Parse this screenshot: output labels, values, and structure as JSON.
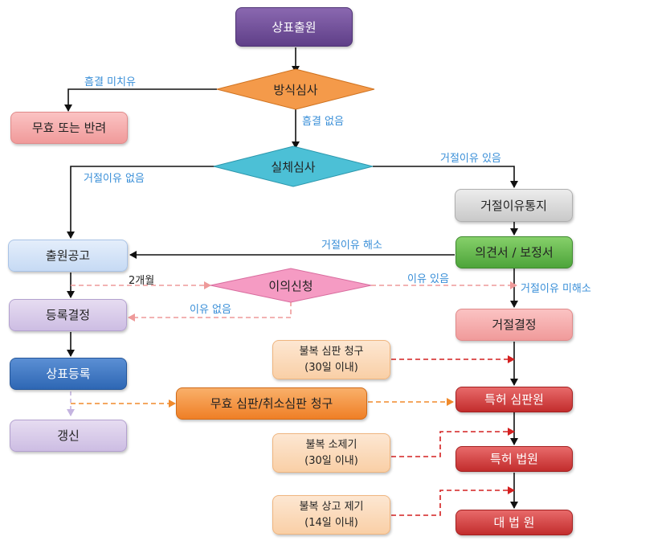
{
  "nodes": {
    "trademark_application": "상표출원",
    "formality_exam": "방식심사",
    "invalid_or_return": "무효 또는 반려",
    "substantive_exam": "실체심사",
    "refusal_notice": "거절이유통지",
    "publication": "출원공고",
    "opinion_amendment": "의견서 / 보정서",
    "opposition": "이의신청",
    "registration_decision": "등록결정",
    "refusal_decision": "거절결정",
    "appeal_request": [
      "불복 심판 청구",
      "(30일 이내)"
    ],
    "trademark_registration": "상표등록",
    "invalidation_trial": "무효 심판/취소심판 청구",
    "patent_tribunal": "특허 심판원",
    "renewal": "갱신",
    "suit_filing": [
      "불복 소제기",
      "(30일 이내)"
    ],
    "patent_court": "특허 법원",
    "final_appeal": [
      "불복 상고 제기",
      "(14일 이내)"
    ],
    "supreme_court": "대 법 원"
  },
  "labels": {
    "defect_unresolved": "흠결 미치유",
    "no_defect": "흠결 없음",
    "no_refusal_reason": "거절이유 없음",
    "refusal_reason_exists": "거절이유 있음",
    "refusal_resolved": "거절이유 해소",
    "two_months": "2개월",
    "reason_exists": "이유 있음",
    "refusal_unresolved": "거절이유 미해소",
    "no_reason": "이유 없음"
  },
  "colors": {
    "label_text": "#3a8fd8",
    "solid_arrow": "#111111",
    "dashed_red": "#d42020",
    "dashed_pink": "#ee9a9a",
    "dashed_orange": "#f08a2c",
    "dashed_lavender": "#c4b4e0"
  }
}
